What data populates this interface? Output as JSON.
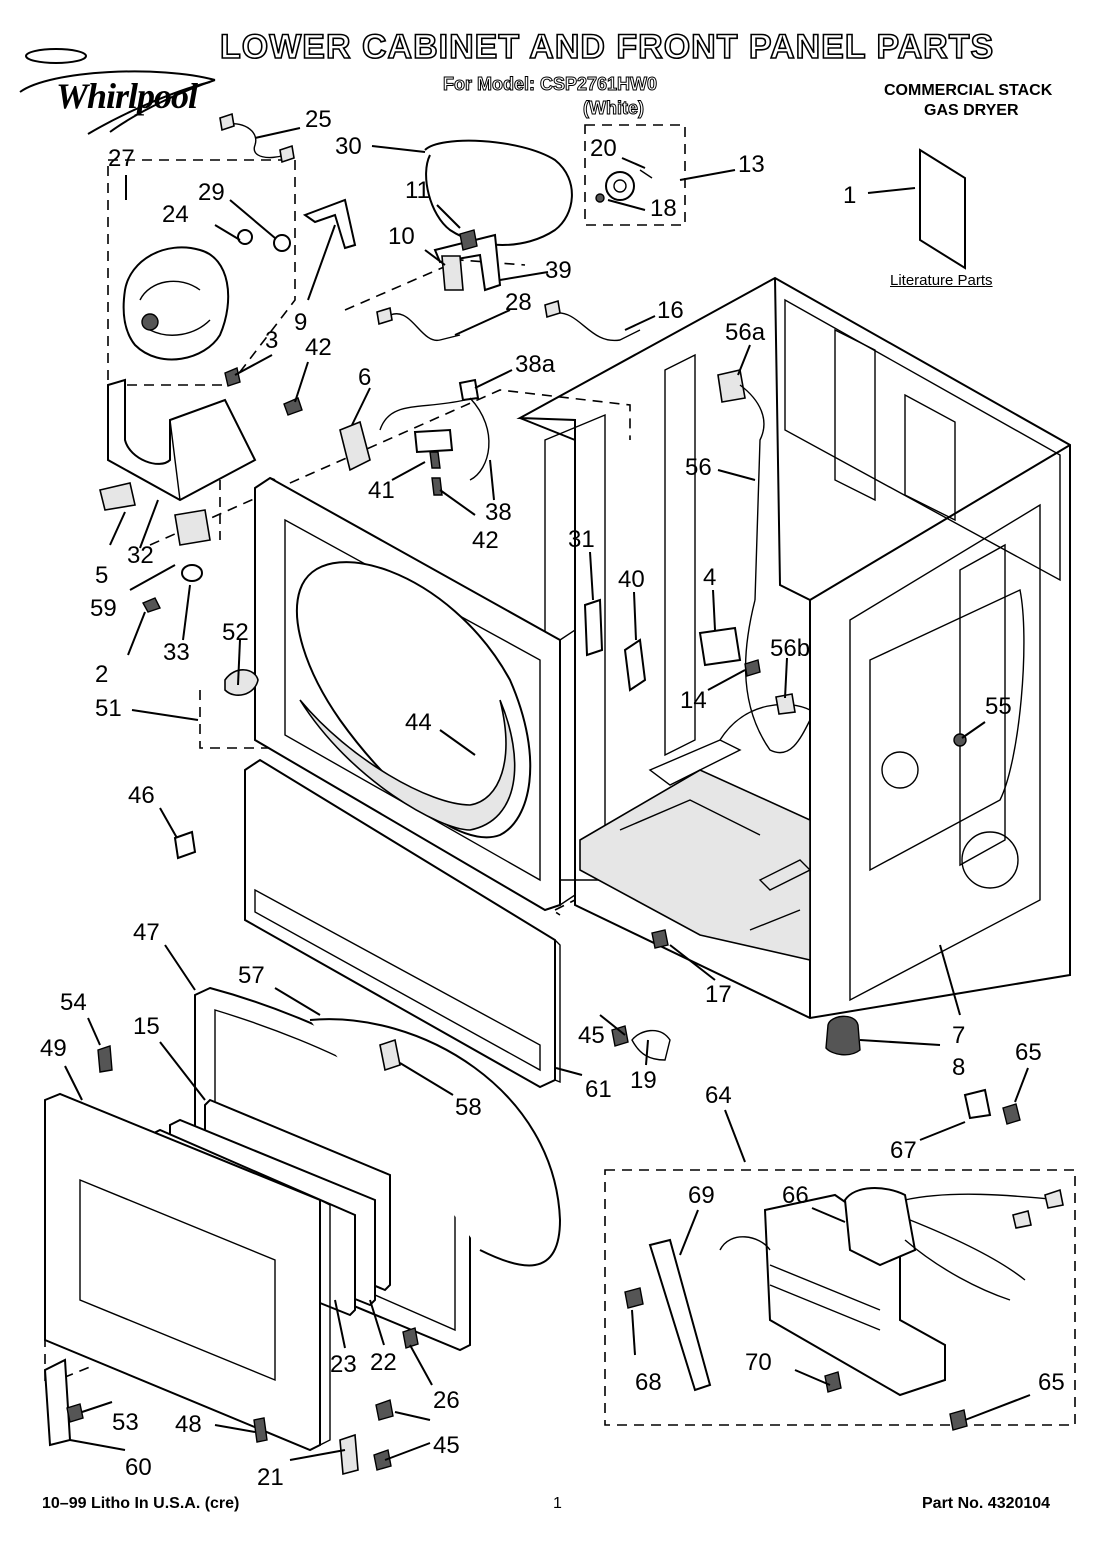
{
  "header": {
    "brand": "Whirlpool",
    "title": "LOWER CABINET AND FRONT PANEL PARTS",
    "model_line": "For Model: CSP2761HW0",
    "color_line": "(White)",
    "product_type": [
      "COMMERCIAL STACK",
      "GAS DRYER"
    ]
  },
  "literature_label": "Literature Parts",
  "footer": {
    "left": "10–99 Litho In U.S.A. (cre)",
    "center": "1",
    "right": "Part No. 4320104"
  },
  "callouts": [
    "25",
    "30",
    "27",
    "29",
    "24",
    "9",
    "11",
    "10",
    "39",
    "28",
    "20",
    "13",
    "18",
    "1",
    "16",
    "56a",
    "3",
    "42",
    "6",
    "38a",
    "5",
    "32",
    "41",
    "42",
    "38",
    "59",
    "33",
    "2",
    "52",
    "51",
    "31",
    "40",
    "4",
    "56b",
    "14",
    "55",
    "56",
    "44",
    "46",
    "7",
    "17",
    "47",
    "57",
    "45",
    "19",
    "8",
    "65",
    "54",
    "49",
    "15",
    "58",
    "61",
    "64",
    "67",
    "69",
    "66",
    "23",
    "22",
    "26",
    "53",
    "48",
    "45",
    "60",
    "21",
    "68",
    "70",
    "65"
  ]
}
